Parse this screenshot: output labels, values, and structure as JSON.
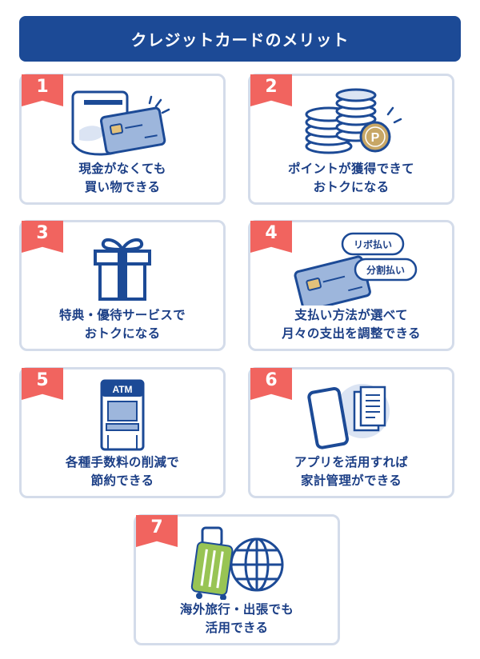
{
  "header": {
    "title": "クレジットカードのメリット"
  },
  "cards": [
    {
      "number": "1",
      "line1": "現金がなくても",
      "line2": "買い物できる",
      "icon": "card-reader-icon"
    },
    {
      "number": "2",
      "line1": "ポイントが獲得できて",
      "line2": "おトクになる",
      "icon": "coin-stack-icon",
      "coin_label": "P"
    },
    {
      "number": "3",
      "line1": "特典・優待サービスで",
      "line2": "おトクになる",
      "icon": "gift-icon"
    },
    {
      "number": "4",
      "line1": "支払い方法が選べて",
      "line2": "月々の支出を調整できる",
      "icon": "card-payment-options-icon",
      "bubble1": "リボ払い",
      "bubble2": "分割払い"
    },
    {
      "number": "5",
      "line1": "各種手数料の削減で",
      "line2": "節約できる",
      "icon": "atm-icon",
      "atm_label": "ATM"
    },
    {
      "number": "6",
      "line1": "アプリを活用すれば",
      "line2": "家計管理ができる",
      "icon": "smartphone-app-icon"
    },
    {
      "number": "7",
      "line1": "海外旅行・出張でも",
      "line2": "活用できる",
      "icon": "travel-icon"
    }
  ],
  "colors": {
    "navy": "#1c4a96",
    "badge": "#f1645f",
    "border": "#d4dcea",
    "light_blue": "#9db6dc",
    "gold": "#c8a766",
    "green": "#98c454"
  }
}
